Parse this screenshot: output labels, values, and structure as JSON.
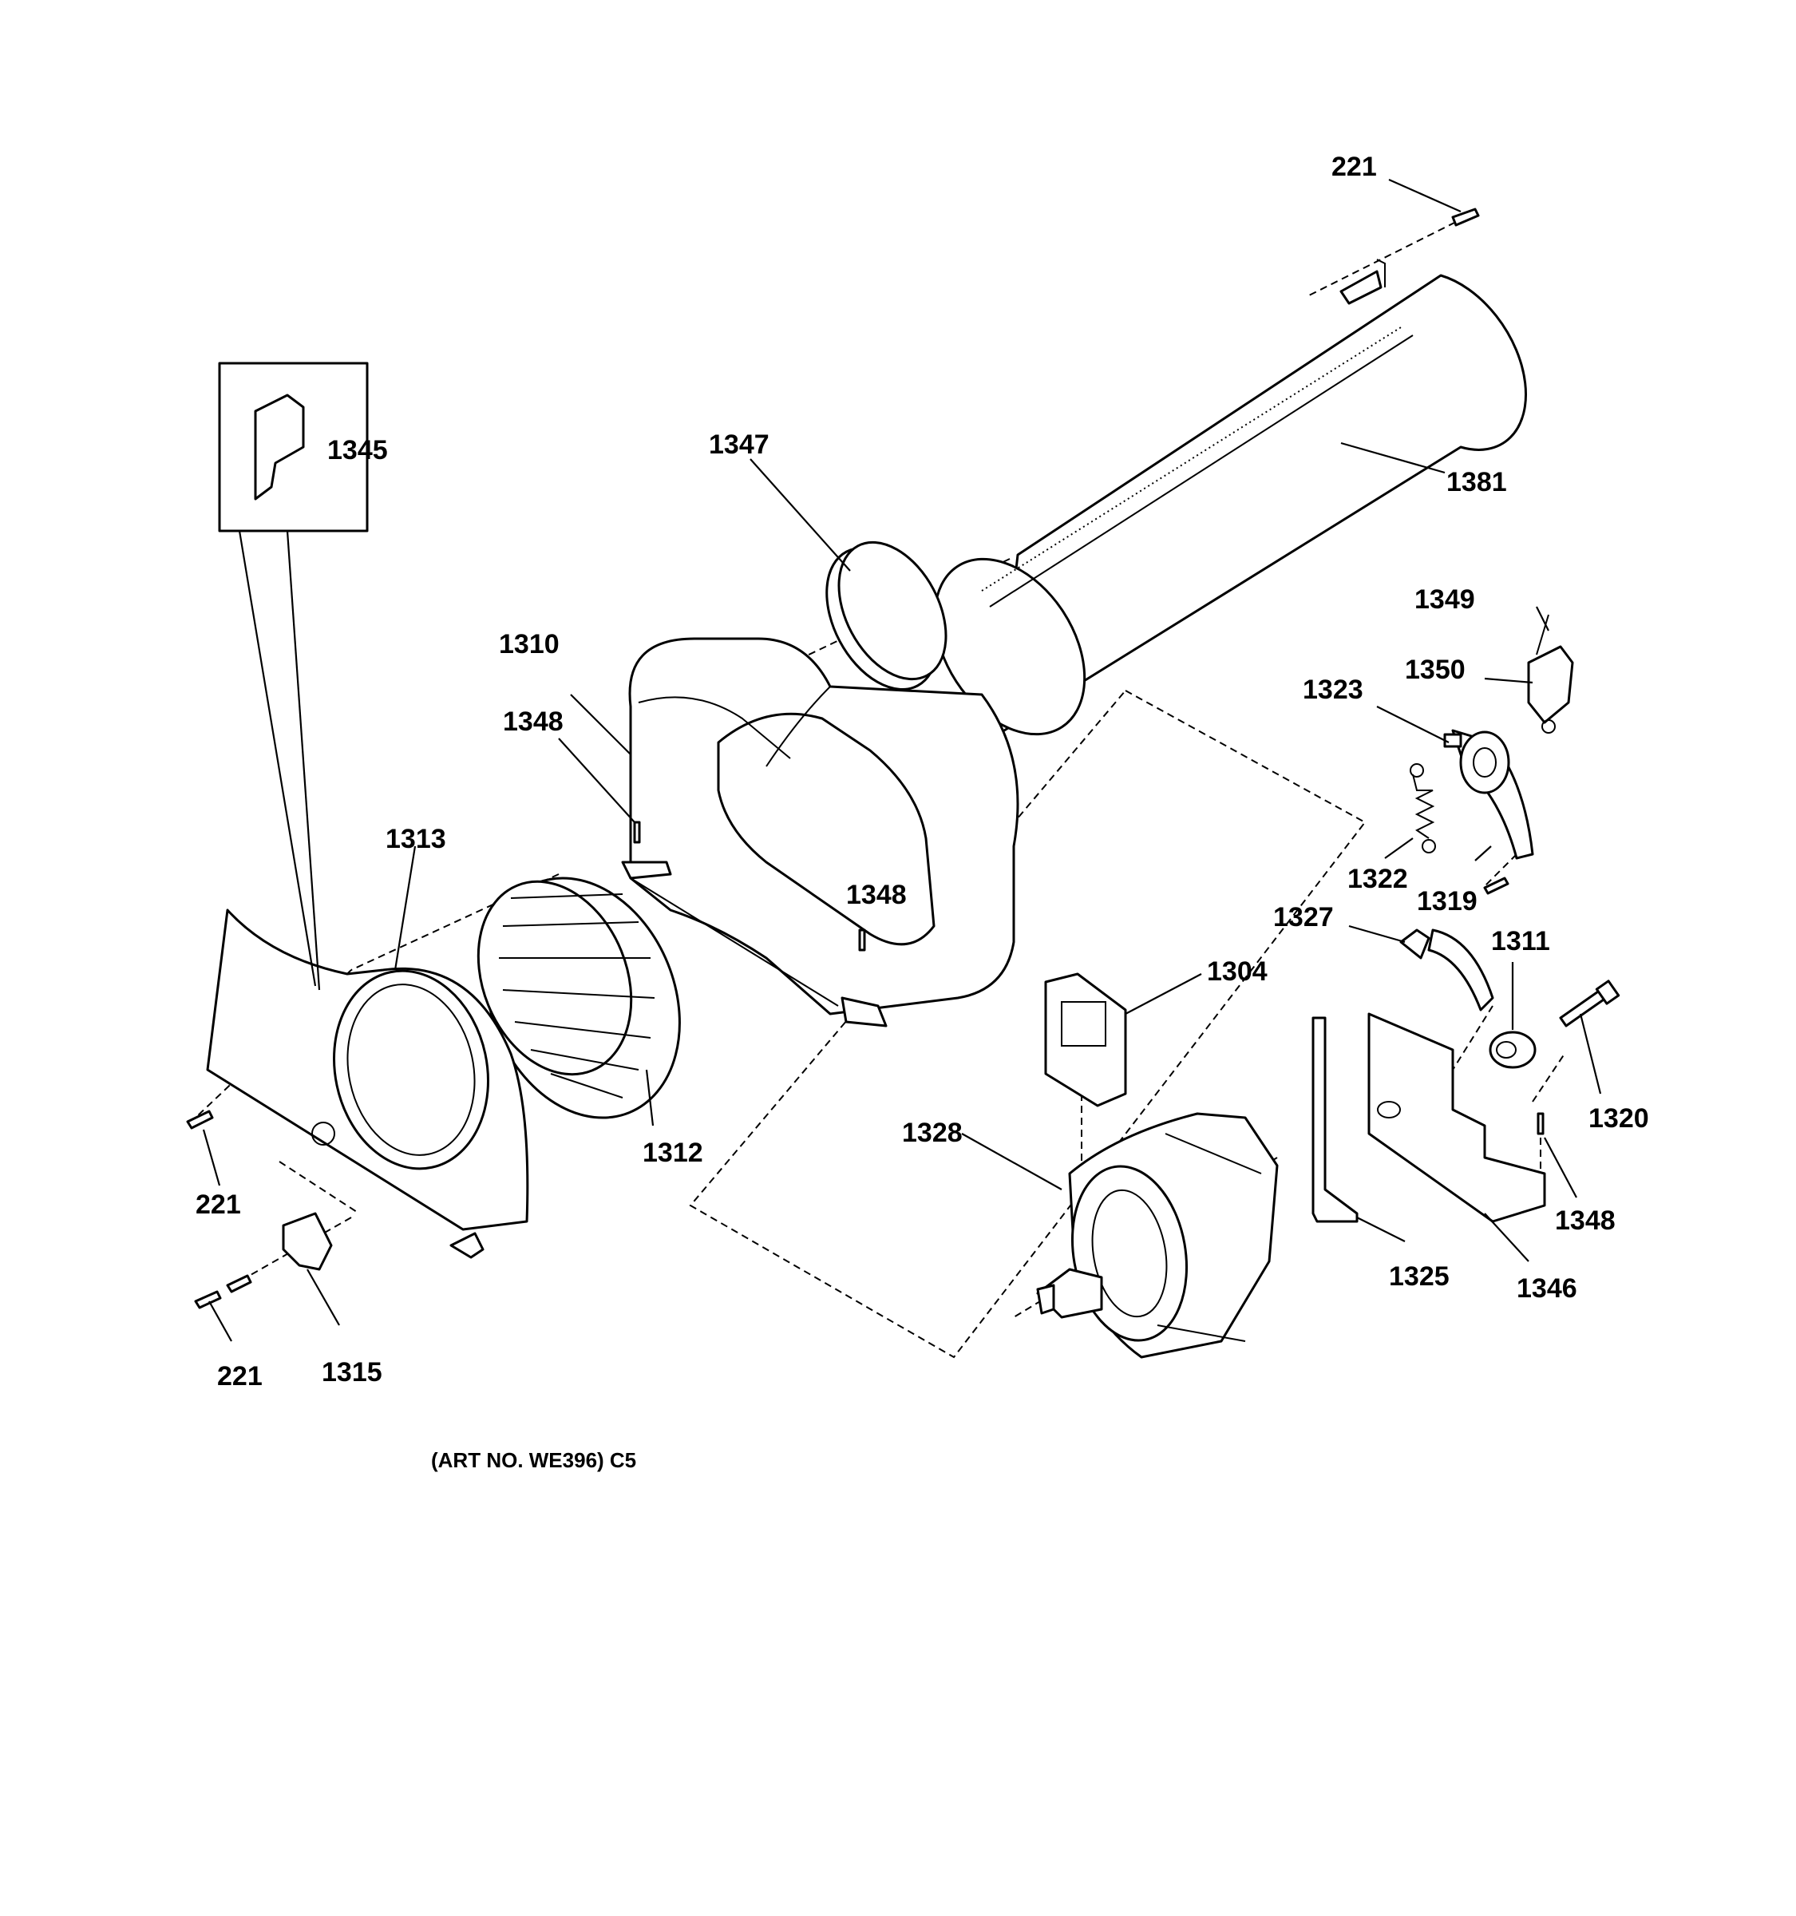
{
  "labels": {
    "p221_top": "221",
    "p1381": "1381",
    "p1347": "1347",
    "p1345": "1345",
    "p1349": "1349",
    "p1350": "1350",
    "p1310": "1310",
    "p1323": "1323",
    "p1348_a": "1348",
    "p1313": "1313",
    "p1322": "1322",
    "p1319": "1319",
    "p1348_b": "1348",
    "p1327": "1327",
    "p1311": "1311",
    "p1304": "1304",
    "p1320": "1320",
    "p1328": "1328",
    "p1312": "1312",
    "p221_left": "221",
    "p1348_c": "1348",
    "p1325": "1325",
    "p1346": "1346",
    "p221_bottom": "221",
    "p1315": "1315"
  },
  "caption": "(ART NO. WE396) C5"
}
